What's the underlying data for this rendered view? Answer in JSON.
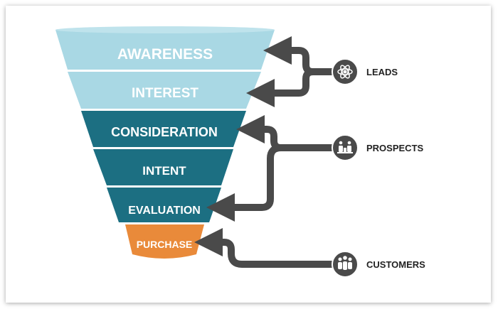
{
  "funnel": {
    "stages": [
      {
        "label": "AWARENESS",
        "color": "#a9d8e4"
      },
      {
        "label": "INTEREST",
        "color": "#a9d8e4"
      },
      {
        "label": "CONSIDERATION",
        "color": "#1c6f82"
      },
      {
        "label": "INTENT",
        "color": "#1c6f82"
      },
      {
        "label": "EVALUATION",
        "color": "#1c6f82"
      },
      {
        "label": "PURCHASE",
        "color": "#e98a3a"
      }
    ]
  },
  "groups": [
    {
      "label": "LEADS",
      "icon": "atom-icon"
    },
    {
      "label": "PROSPECTS",
      "icon": "group-icon"
    },
    {
      "label": "CUSTOMERS",
      "icon": "people-icon"
    }
  ],
  "colors": {
    "arrow": "#4a4a4a",
    "light_stage": "#a9d8e4",
    "dark_stage": "#1c6f82",
    "purchase_stage": "#e98a3a"
  }
}
